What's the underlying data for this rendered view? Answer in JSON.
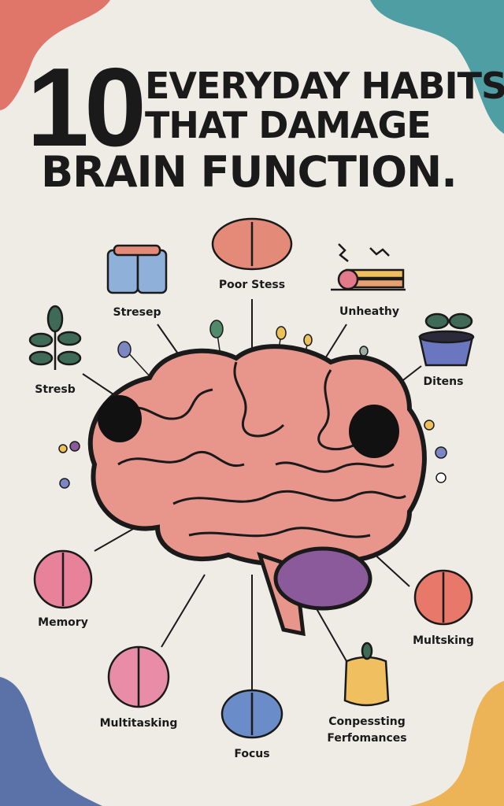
{
  "title": {
    "number": "10",
    "line1": "EVERYDAY HABITS",
    "line2": "THAT DAMAGE",
    "line3": "BRAIN FUNCTION."
  },
  "labels": {
    "poor_stess": "Poor Stess",
    "stresep": "Stresep",
    "unheathy": "Unheathy",
    "stresb": "Stresb",
    "ditens": "Ditens",
    "memory": "Memory",
    "multsking": "Multsking",
    "multitasking": "Multitasking",
    "focus": "Focus",
    "conpessting_1": "Conpessting",
    "conpessting_2": "Ferfomances"
  },
  "colors": {
    "background": "#efece6",
    "brain": "#e8958c",
    "cerebellum": "#8a5a9a",
    "corner_red": "#e0756a",
    "corner_teal": "#4f9ea3",
    "corner_blue": "#5a72a8",
    "corner_yellow": "#edb457"
  }
}
